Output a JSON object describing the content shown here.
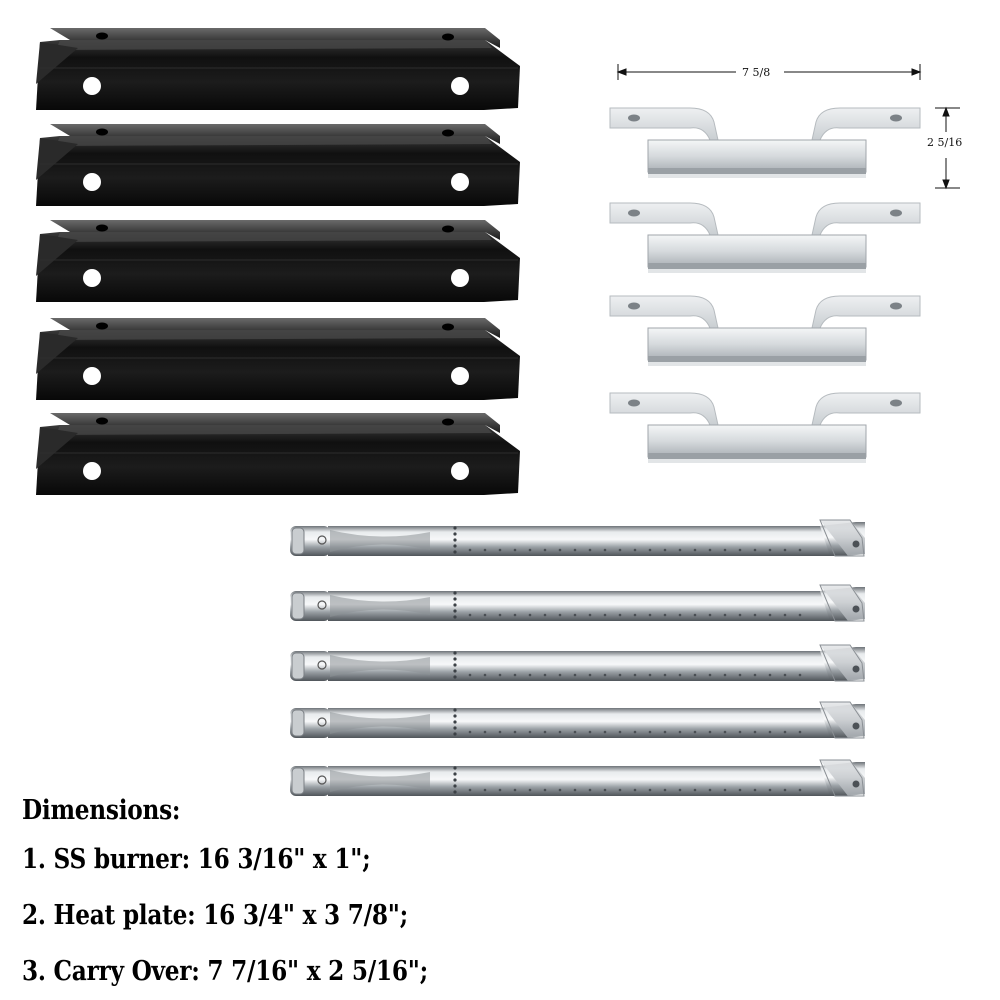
{
  "image": {
    "dimension_labels": {
      "carry_over_width": "7 5/8",
      "carry_over_height": "2 5/16"
    },
    "dimensions_text": {
      "heading": "Dimensions:",
      "lines": [
        "1. SS burner: 16 3/16\" x 1\";",
        "2. Heat plate: 16 3/4\" x 3 7/8\";",
        "3. Carry Over: 7 7/16\" x 2 5/16\";"
      ]
    },
    "colors": {
      "heat_plate": "#141414",
      "heat_plate_highlight": "#5a5a5a",
      "carry_over_metal": "#d9dde0",
      "burner_steel": "#b8bcc0",
      "text": "#000000"
    }
  }
}
